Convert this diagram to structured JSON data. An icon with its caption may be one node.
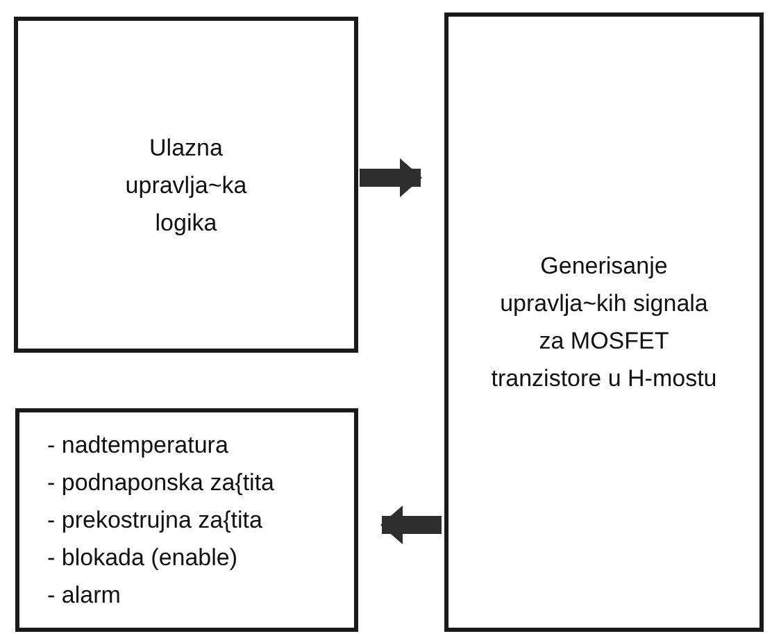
{
  "diagram": {
    "nodes": [
      {
        "text": [
          "Ulazna upravlja~ka logika"
        ]
      },
      {
        "text": [
          "Generisanje upravlja~kih signala za MOSFET tranzistore u H-mostu"
        ]
      },
      {
        "text": [
          "- nadtemperatura",
          "- podnaponska za{tita",
          "- prekostrujna za{tita",
          "- blokada (enable)",
          "- alarm"
        ]
      }
    ],
    "edges": [
      {
        "from": 0,
        "to": 1,
        "arrow": "to"
      },
      {
        "from": 1,
        "to": 2,
        "arrow": "to"
      }
    ]
  }
}
